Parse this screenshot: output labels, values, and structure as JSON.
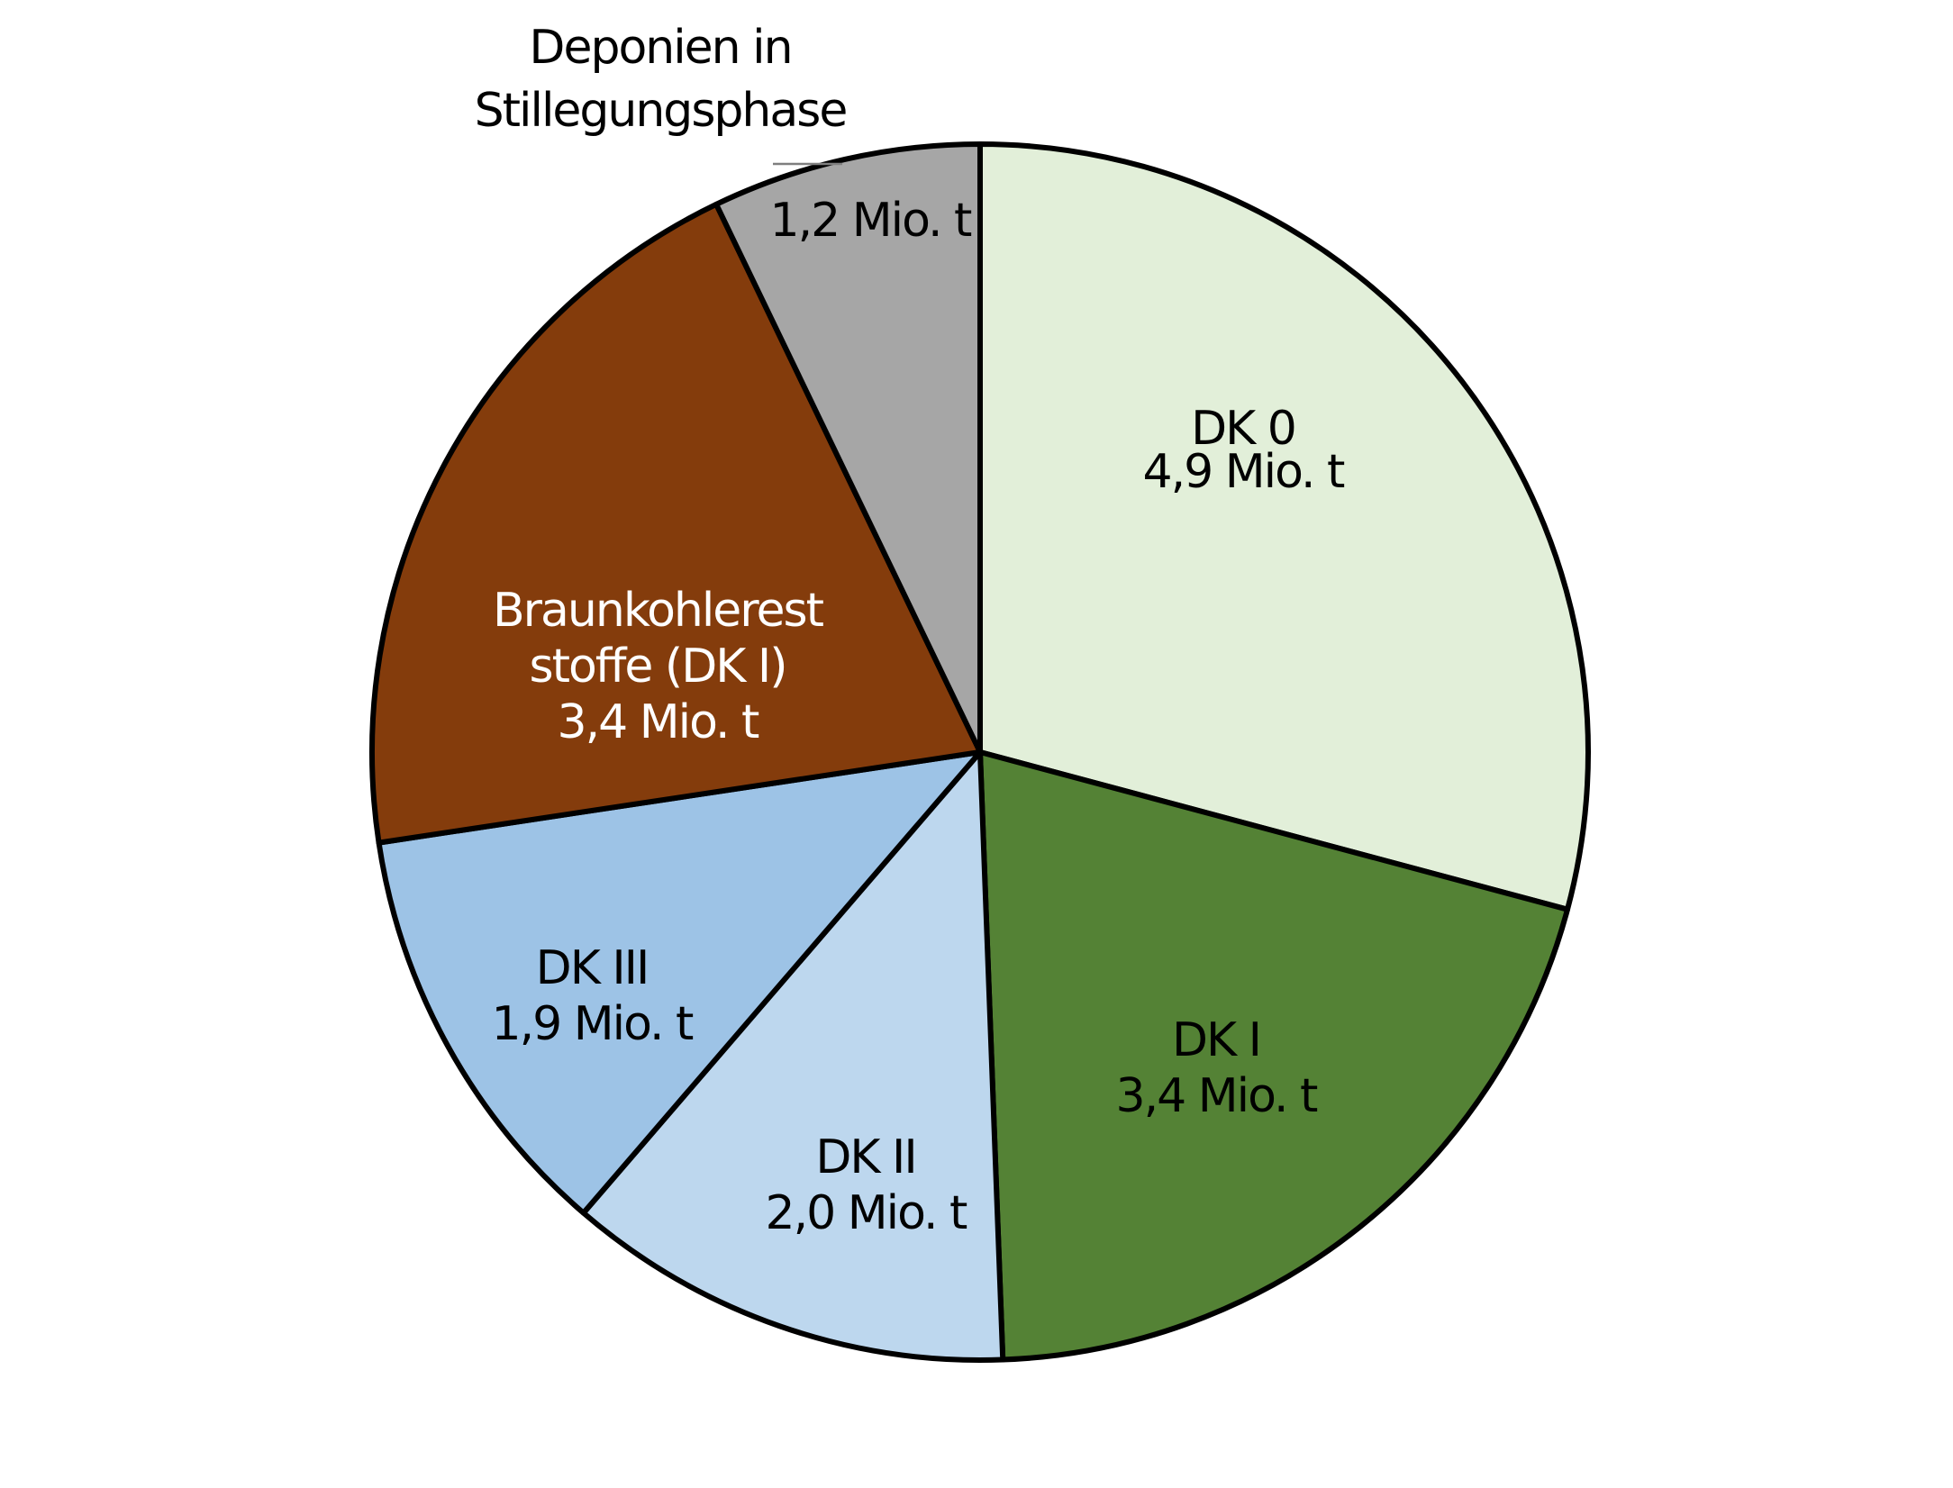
{
  "chart_data": {
    "type": "pie",
    "title": "",
    "unit": "Mio. t",
    "direction": "clockwise",
    "start_angle": "12 o'clock",
    "slices": [
      {
        "label_lines": [
          "DK 0",
          "4,9 Mio. t"
        ],
        "value": 4.9,
        "color": "#e2efd9",
        "label_color": "#000000"
      },
      {
        "label_lines": [
          "DK I",
          "3,4 Mio. t"
        ],
        "value": 3.4,
        "color": "#548235",
        "label_color": "#000000"
      },
      {
        "label_lines": [
          "DK II",
          "2,0 Mio. t"
        ],
        "value": 2.0,
        "color": "#bdd7ee",
        "label_color": "#000000"
      },
      {
        "label_lines": [
          "DK III",
          "1,9 Mio. t"
        ],
        "value": 1.9,
        "color": "#9dc3e6",
        "label_color": "#000000"
      },
      {
        "label_lines": [
          "Braunkohlerest",
          "stoffe (DK I)",
          "3,4 Mio. t"
        ],
        "value": 3.4,
        "color": "#843c0c",
        "label_color": "#ffffff"
      },
      {
        "label_lines": [
          "1,2 Mio. t"
        ],
        "value": 1.2,
        "color": "#a6a6a6",
        "label_color": "#000000"
      }
    ],
    "outside_label": {
      "label_lines": [
        "Deponien in",
        "Stillegungsphase"
      ],
      "slice_index": 5,
      "color": "#000000"
    }
  }
}
